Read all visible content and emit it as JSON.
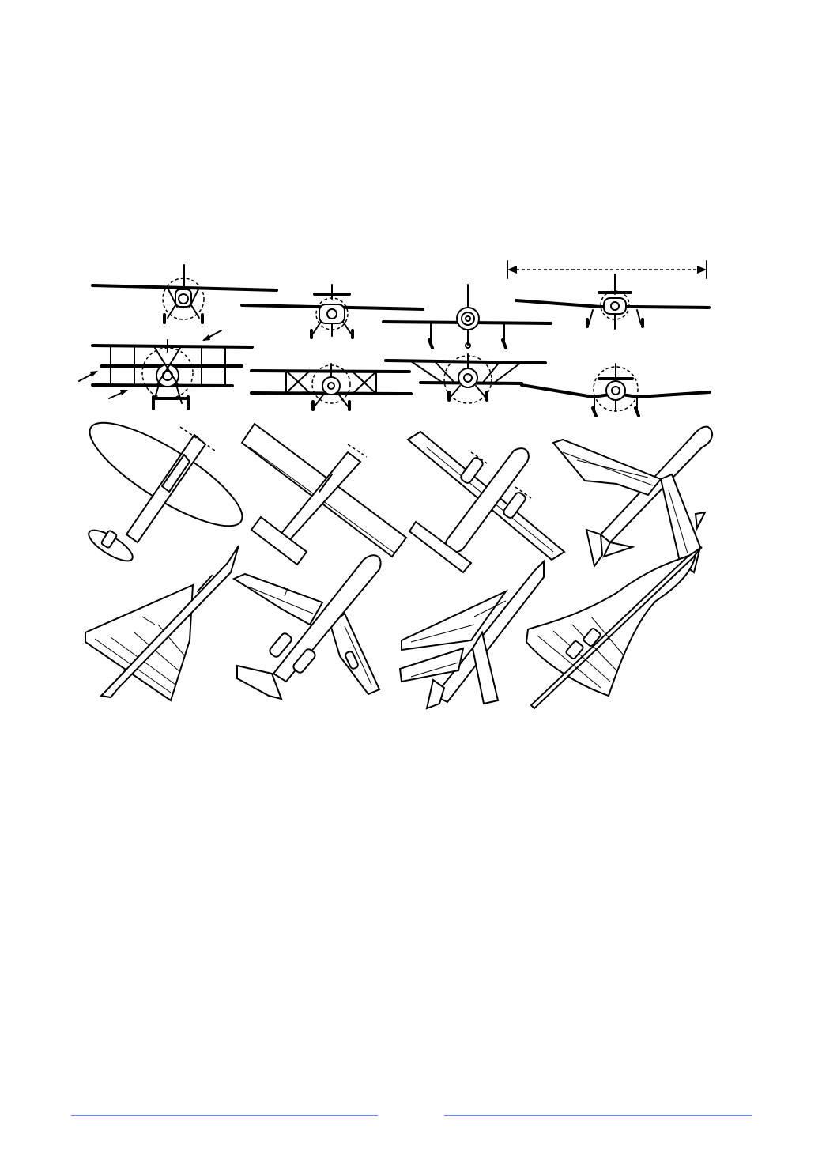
{
  "colors": {
    "rule": "#6b8fc9",
    "ink": "#000000",
    "background": "#ffffff"
  },
  "figure": {
    "front_views": [
      "high-wing-monoplane-front",
      "low-wing-monoplane-front",
      "midwing-racer-front",
      "low-wing-trainer-front",
      "triplane-front",
      "biplane-front",
      "sesquiplane-front",
      "gull-wing-fighter-front"
    ],
    "plan_views": [
      "elliptical-wing-fighter",
      "straight-wing-high-wing",
      "twin-engine-straight-wing",
      "swept-wing-fighter",
      "delta-wing-fighter",
      "swept-wing-jetliner",
      "swing-wing-fighter",
      "ogival-delta-airliner"
    ]
  }
}
